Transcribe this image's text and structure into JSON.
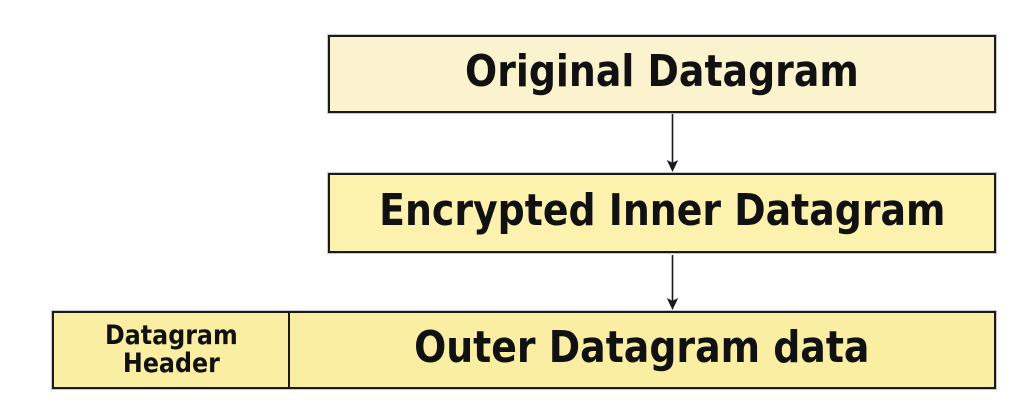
{
  "diagram": {
    "title_implied": "Datagram encapsulation flow",
    "nodes": {
      "original": {
        "label": "Original Datagram"
      },
      "encrypted": {
        "label": "Encrypted Inner Datagram"
      },
      "datagram_header": {
        "label": "Datagram\nHeader"
      },
      "outer_data": {
        "label": "Outer Datagram data"
      }
    },
    "connectors": [
      {
        "from": "original",
        "to": "encrypted",
        "direction": "down",
        "style": "arrow"
      },
      {
        "from": "encrypted",
        "to": "outer_data",
        "direction": "down",
        "style": "arrow"
      }
    ]
  },
  "colors": {
    "box1_fill": "#fbf3ce",
    "box2_fill": "#fcf1ad",
    "bottom_fill": "#faeea2",
    "border_color": "#1a1a1a",
    "text_color": "#111111",
    "arrow_color": "#1a1a1a"
  }
}
